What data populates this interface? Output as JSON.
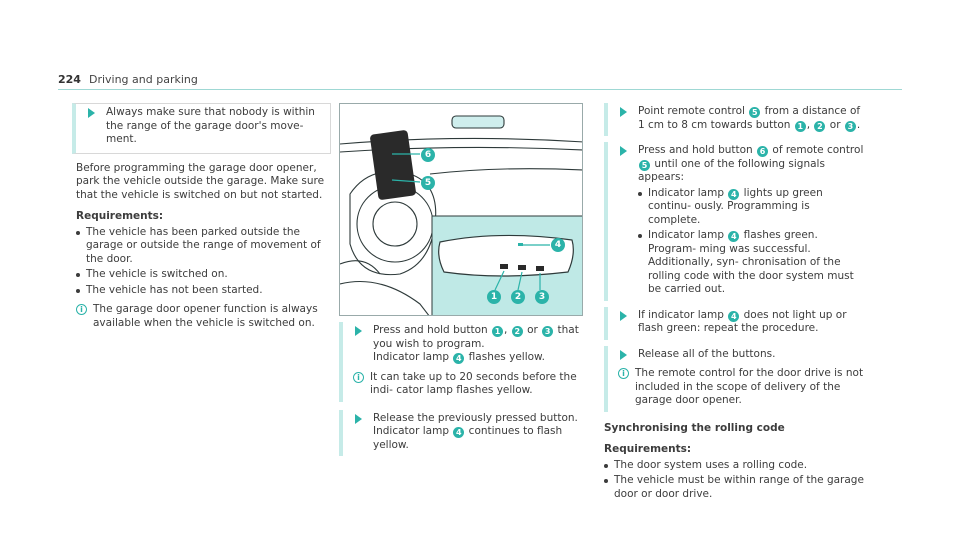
{
  "header": {
    "page_number": "224",
    "section": "Driving and parking"
  },
  "col1": {
    "warning": "Always make sure that nobody is within the range of the garage door's move- ment.",
    "intro": "Before programming the garage door opener, park the vehicle outside the garage. Make sure that the vehicle is switched on but not started.",
    "req_label": "Requirements:",
    "requirements": [
      "The vehicle has been parked outside the garage or outside the range of movement of the door.",
      "The vehicle is switched on.",
      "The vehicle has not been started."
    ],
    "note": "The garage door opener function is always available when the vehicle is switched on."
  },
  "figure": {
    "callouts": [
      "1",
      "2",
      "3",
      "4",
      "5",
      "6"
    ]
  },
  "col2": {
    "step1": {
      "a": "Press and hold button",
      "n1": "1",
      "sep": ",",
      "n2": "2",
      "or": "or",
      "n3": "3",
      "b": "that you wish to program.",
      "c": "Indicator lamp",
      "n4": "4",
      "d": "flashes yellow."
    },
    "note": "It can take up to 20 seconds before the indi- cator lamp flashes yellow.",
    "step2": {
      "a": "Release the previously pressed button.",
      "b": "Indicator lamp",
      "n4": "4",
      "c": "continues to flash yellow."
    }
  },
  "col3": {
    "step1": {
      "a": "Point remote control",
      "n5": "5",
      "b": "from a distance of 1 cm to 8 cm towards button",
      "n1": "1",
      "sep": ",",
      "n2": "2",
      "or": "or",
      "n3": "3",
      "end": "."
    },
    "step2": {
      "a": "Press and hold button",
      "n6": "6",
      "b": "of remote control",
      "n5": "5",
      "c": "until one of the following signals appears:"
    },
    "step2_bullets": [
      {
        "a": "Indicator lamp",
        "n": "4",
        "b": "lights up green continu- ously. Programming is complete."
      },
      {
        "a": "Indicator lamp",
        "n": "4",
        "b": "flashes green. Program- ming was successful. Additionally, syn- chronisation of the rolling code with the door system must be carried out."
      }
    ],
    "step3": {
      "a": "If indicator lamp",
      "n4": "4",
      "b": "does not light up or flash green: repeat the procedure."
    },
    "step4": "Release all of the buttons.",
    "note": "The remote control for the door drive is not included in the scope of delivery of the garage door opener.",
    "subhead": "Synchronising the rolling code",
    "req_label": "Requirements:",
    "requirements": [
      "The door system uses a rolling code.",
      "The vehicle must be within range of the garage door or door drive."
    ]
  }
}
